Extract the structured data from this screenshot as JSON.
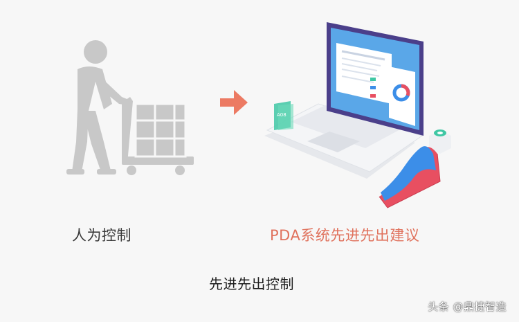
{
  "labels": {
    "manual": "人为控制",
    "pda": "PDA系统先进先出建议"
  },
  "caption": "先进先出控制",
  "watermark": "头条 @鼎捷智造",
  "screen_chip_text": "A08",
  "colors": {
    "person": "#c8c8c8",
    "arrow": "#ec7a63",
    "pda_label": "#e0715c",
    "laptop_body": "#eef0f3",
    "screen_frame": "#4b3f8a",
    "screen_bg": "#5aa7e8",
    "teal": "#3fc7a4",
    "wave_red": "#e84f61",
    "wave_blue": "#3c8ee8"
  }
}
